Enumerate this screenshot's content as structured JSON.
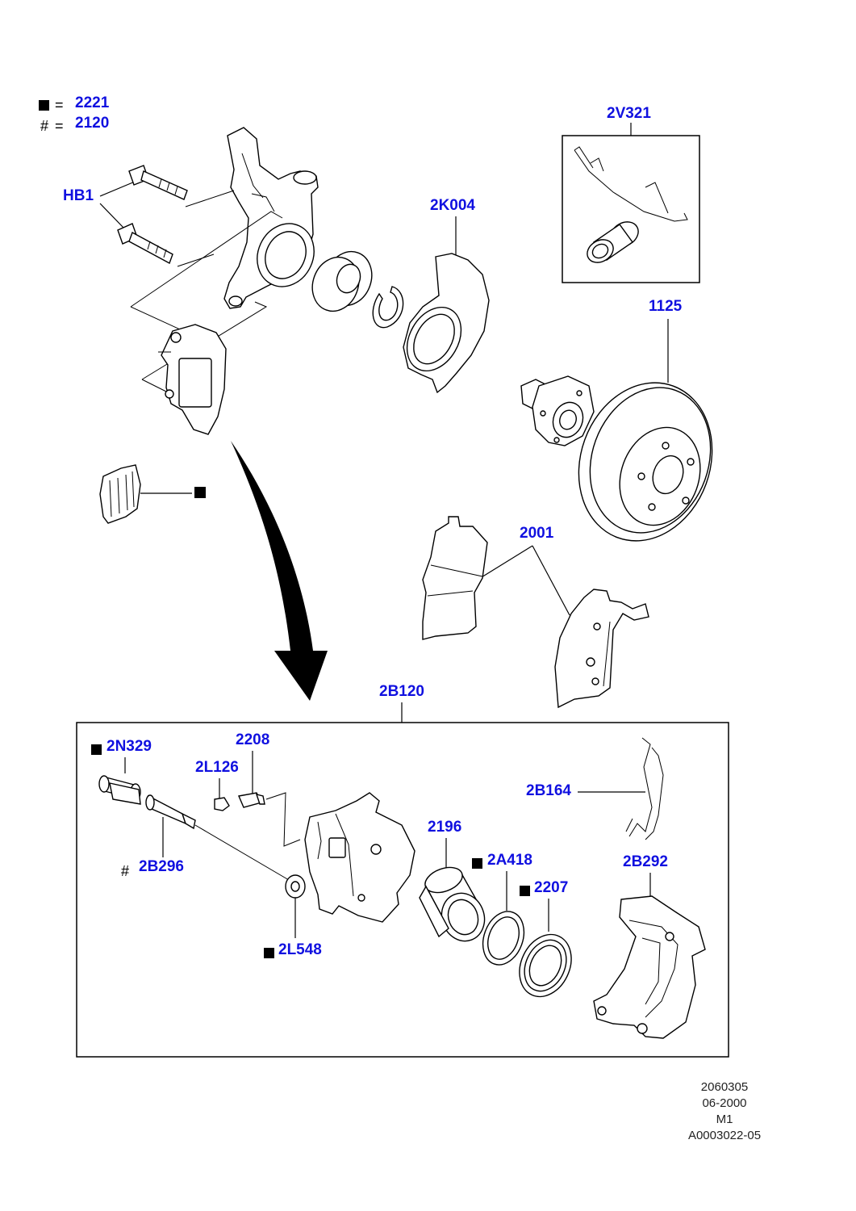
{
  "legend": {
    "square_symbol": "■",
    "hash_symbol": "#",
    "equals": "=",
    "square_code": "2221",
    "hash_code": "2120"
  },
  "labels": {
    "hb1": "HB1",
    "p2k004": "2K004",
    "p2v321": "2V321",
    "p1125": "1125",
    "p2001": "2001",
    "p2b120": "2B120",
    "p2n329": "2N329",
    "p2208": "2208",
    "p2l126": "2L126",
    "p2b296": "2B296",
    "p2196": "2196",
    "p2a418": "2A418",
    "p2207": "2207",
    "p2b164": "2B164",
    "p2b292": "2B292",
    "p2l548": "2L548"
  },
  "footer": {
    "line1": "2060305",
    "line2": "06-2000",
    "line3": "M1",
    "line4": "A0003022-05"
  }
}
